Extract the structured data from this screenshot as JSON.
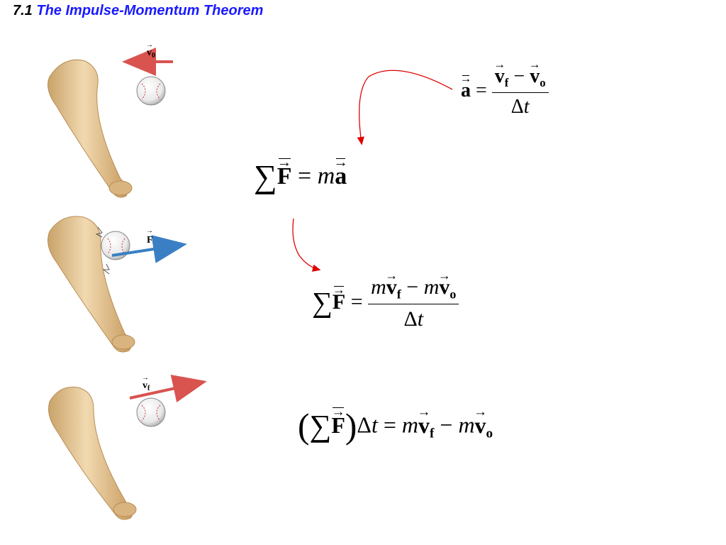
{
  "header": {
    "section_number": "7.1",
    "section_title": "The Impulse-Momentum Theorem"
  },
  "illustration": {
    "label_initial_velocity": "v",
    "label_initial_sub": "0",
    "label_force": "F",
    "label_final_velocity": "v",
    "label_final_sub": "f",
    "colors": {
      "initial_arrow": "#d9534f",
      "force_arrow": "#3a7fc4",
      "final_arrow": "#d9534f",
      "connector": "#e00000",
      "bat": "#e8c99a"
    }
  },
  "equations": {
    "acceleration": {
      "lhs": "a",
      "equals": "=",
      "num_v1": "v",
      "num_v1_sub": "f",
      "minus": "−",
      "num_v2": "v",
      "num_v2_sub": "o",
      "den_delta": "Δ",
      "den_t": "t"
    },
    "newton": {
      "sigma": "∑",
      "force": "F",
      "equals": "=",
      "m": "m",
      "a": "a"
    },
    "momentum_rate": {
      "sigma": "∑",
      "force": "F",
      "equals": "=",
      "m1": "m",
      "v1": "v",
      "v1_sub": "f",
      "minus": "−",
      "m2": "m",
      "v2": "v",
      "v2_sub": "o",
      "den_delta": "Δ",
      "den_t": "t"
    },
    "impulse": {
      "lparen": "(",
      "sigma": "∑",
      "force": "F",
      "rparen": ")",
      "delta": "Δ",
      "t": "t",
      "equals": "=",
      "m1": "m",
      "v1": "v",
      "v1_sub": "f",
      "minus": "−",
      "m2": "m",
      "v2": "v",
      "v2_sub": "o"
    }
  }
}
